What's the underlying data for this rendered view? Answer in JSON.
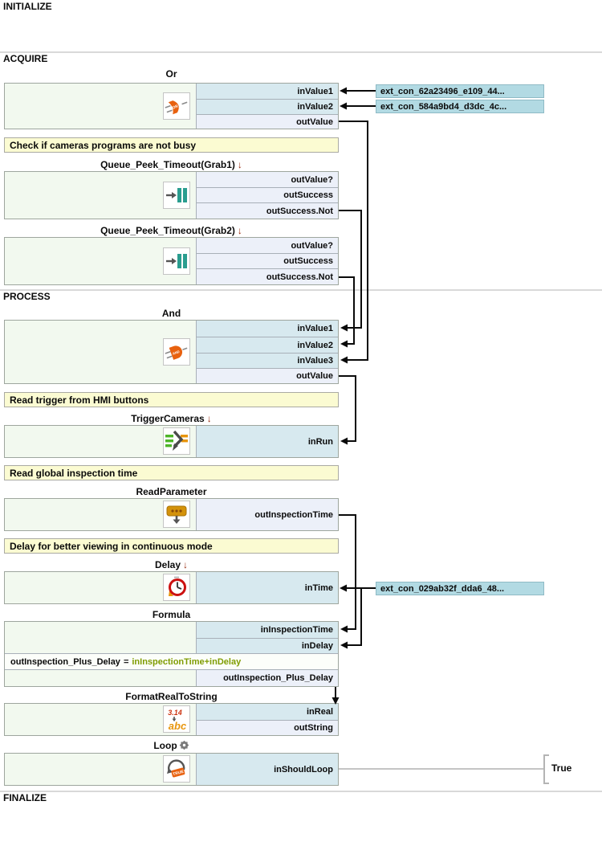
{
  "sections": {
    "initialize": "INITIALIZE",
    "acquire": "ACQUIRE",
    "process": "PROCESS",
    "finalize": "FINALIZE"
  },
  "blocks": [
    {
      "title": "Or",
      "icon": "or-gate",
      "ports": [
        {
          "name": "inValue1"
        },
        {
          "name": "inValue2"
        },
        {
          "name": "outValue"
        }
      ]
    },
    {
      "title": "Queue_Peek_Timeout(Grab1)",
      "suffix": "↓",
      "icon": "queue-peek",
      "ports": [
        {
          "name": "outValue?"
        },
        {
          "name": "outSuccess"
        },
        {
          "name": "outSuccess.Not"
        }
      ]
    },
    {
      "title": "Queue_Peek_Timeout(Grab2)",
      "suffix": "↓",
      "icon": "queue-peek",
      "ports": [
        {
          "name": "outValue?"
        },
        {
          "name": "outSuccess"
        },
        {
          "name": "outSuccess.Not"
        }
      ]
    },
    {
      "title": "And",
      "icon": "and-gate",
      "ports": [
        {
          "name": "inValue1"
        },
        {
          "name": "inValue2"
        },
        {
          "name": "inValue3"
        },
        {
          "name": "outValue"
        }
      ]
    },
    {
      "title": "TriggerCameras",
      "suffix": "↓",
      "icon": "macrofilter",
      "ports": [
        {
          "name": "inRun"
        }
      ]
    },
    {
      "title": "ReadParameter",
      "icon": "read-parameter",
      "ports": [
        {
          "name": "outInspectionTime"
        }
      ]
    },
    {
      "title": "Delay",
      "suffix": "↓",
      "icon": "delay-clock",
      "ports": [
        {
          "name": "inTime"
        }
      ]
    },
    {
      "title": "Formula",
      "icon": "none",
      "ports": [
        {
          "name": "inInspectionTime"
        },
        {
          "name": "inDelay"
        },
        {
          "name": "outInspection_Plus_Delay"
        }
      ],
      "formula": {
        "lhs": "outInspection_Plus_Delay",
        "eq": "=",
        "rhs": "inInspectionTime+inDelay"
      }
    },
    {
      "title": "FormatRealToString",
      "icon": "format-real-to-string",
      "ports": [
        {
          "name": "inReal"
        },
        {
          "name": "outString"
        }
      ]
    },
    {
      "title": "Loop",
      "icon": "loop",
      "ports": [
        {
          "name": "inShouldLoop"
        }
      ]
    }
  ],
  "comments": [
    "Check if cameras programs are not busy",
    "Read trigger from HMI buttons",
    "Read global inspection time",
    "Delay for better viewing in continuous mode"
  ],
  "external_connections": [
    {
      "label": "ext_con_62a23496_e109_44..."
    },
    {
      "label": "ext_con_584a9bd4_d3dc_4c..."
    },
    {
      "label": "ext_con_029ab32f_dda6_48..."
    }
  ],
  "constant": {
    "label": "True"
  },
  "colors": {
    "input_port": "#d7e9ef",
    "output_port": "#ecf0f9",
    "comment_bg": "#fbfbd2",
    "ext_bg": "#b2dae3",
    "gate_orange": "#e8610f",
    "formula_expr": "#7f9c00",
    "connection": "#000000",
    "constant_connection": "#c4c4c4"
  }
}
